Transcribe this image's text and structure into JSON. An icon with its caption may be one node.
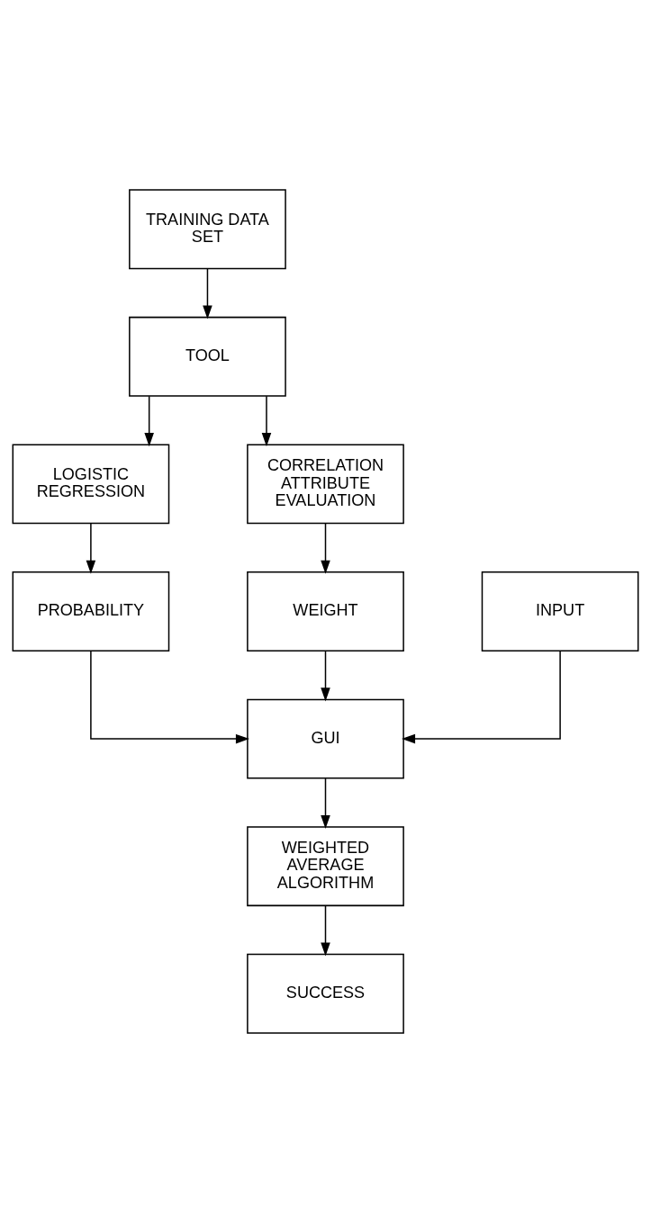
{
  "diagram": {
    "nodes": [
      {
        "text": [
          "TRAINING DATA SET"
        ]
      },
      {
        "text": [
          "TOOL"
        ]
      },
      {
        "text": [
          "LOGISTIC REGRESSION"
        ]
      },
      {
        "text": [
          "CORRELATION ATTRIBUTE EVALUATION"
        ]
      },
      {
        "text": [
          "PROBABILITY"
        ]
      },
      {
        "text": [
          "WEIGHT"
        ]
      },
      {
        "text": [
          "INPUT"
        ]
      },
      {
        "text": [
          "GUI"
        ]
      },
      {
        "text": [
          "WEIGHTED AVERAGE ALGORITHM"
        ]
      },
      {
        "text": [
          "SUCCESS"
        ]
      }
    ],
    "edges": [
      {
        "from": 0,
        "to": 1,
        "arrow": "to"
      },
      {
        "from": 1,
        "to": 2,
        "arrow": "to"
      },
      {
        "from": 1,
        "to": 3,
        "arrow": "to"
      },
      {
        "from": 2,
        "to": 4,
        "arrow": "to"
      },
      {
        "from": 3,
        "to": 5,
        "arrow": "to"
      },
      {
        "from": 4,
        "to": 7,
        "arrow": "to"
      },
      {
        "from": 6,
        "to": 7,
        "arrow": "to"
      },
      {
        "from": 5,
        "to": 7,
        "arrow": "to"
      },
      {
        "from": 7,
        "to": 8,
        "arrow": "to"
      },
      {
        "from": 8,
        "to": 9,
        "arrow": "to"
      }
    ]
  }
}
